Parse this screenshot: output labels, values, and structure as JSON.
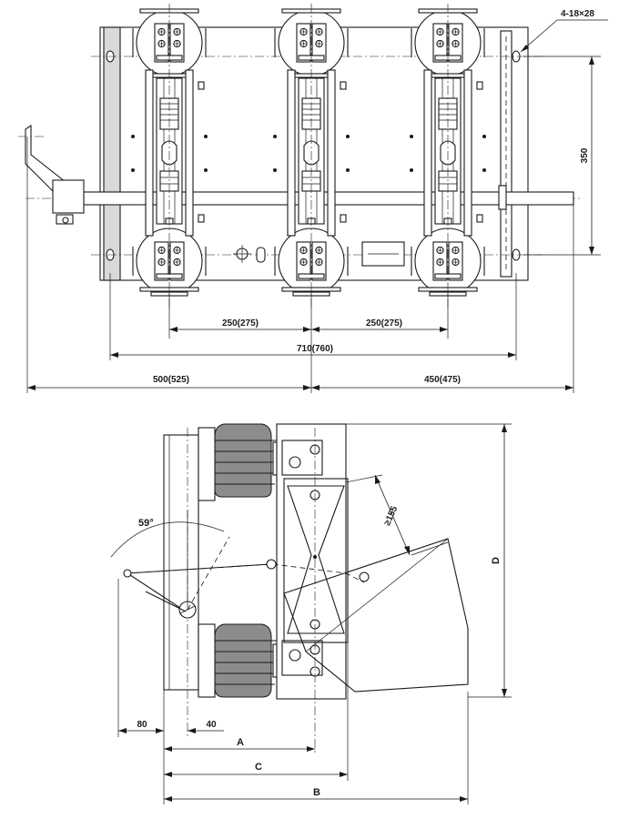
{
  "top_view": {
    "hole_spec": "4-18×28",
    "dim_vertical": "350",
    "dim_pitch_1": "250(275)",
    "dim_pitch_2": "250(275)",
    "dim_overall": "710(760)",
    "dim_left": "500(525)",
    "dim_right": "450(475)"
  },
  "side_view": {
    "angle": "59°",
    "min_clearance": "≥155",
    "dim_80": "80",
    "dim_40": "40",
    "dim_a": "A",
    "dim_b": "B",
    "dim_c": "C",
    "dim_d": "D"
  }
}
